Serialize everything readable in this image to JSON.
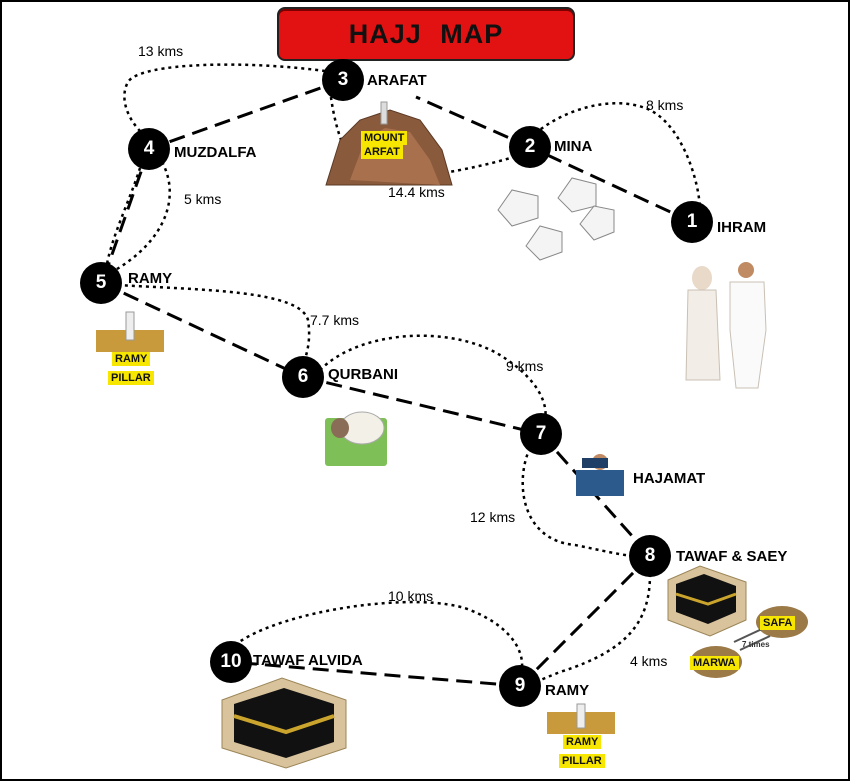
{
  "title": "HAJJ  MAP",
  "stops": [
    {
      "num": "1",
      "label": "IHRAM"
    },
    {
      "num": "2",
      "label": "MINA"
    },
    {
      "num": "3",
      "label": "ARAFAT"
    },
    {
      "num": "4",
      "label": "MUZDALFA"
    },
    {
      "num": "5",
      "label": "RAMY"
    },
    {
      "num": "6",
      "label": "QURBANI"
    },
    {
      "num": "7",
      "label": ""
    },
    {
      "num": "8",
      "label": "TAWAF & SAEY"
    },
    {
      "num": "9",
      "label": "RAMY"
    },
    {
      "num": "10",
      "label": "TAWAF ALVIDA"
    }
  ],
  "extra_labels": {
    "hajamat": "HAJAMAT"
  },
  "distances": {
    "arafat_muzdalfa": "13 kms",
    "mina_ihram": "8 kms",
    "mina_arafat": "14.4 kms",
    "muzdalfa_ramy": "5 kms",
    "ramy_qurbani": "7.7 kms",
    "qurbani_7": "9 kms",
    "seven_eight": "12 kms",
    "ten_nine": "10 kms",
    "eight_nine": "4 kms"
  },
  "signs": {
    "mount_arfat_1": "MOUNT",
    "mount_arfat_2": "ARFAT",
    "ramy_pillar_1_a": "RAMY",
    "ramy_pillar_1_b": "PILLAR",
    "ramy_pillar_2_a": "RAMY",
    "ramy_pillar_2_b": "PILLAR",
    "safa": "SAFA",
    "marwa": "MARWA",
    "times": "7 times"
  },
  "colors": {
    "title_bg": "#e31212",
    "stop_bg": "#000000",
    "sign_bg": "#f7e600"
  }
}
